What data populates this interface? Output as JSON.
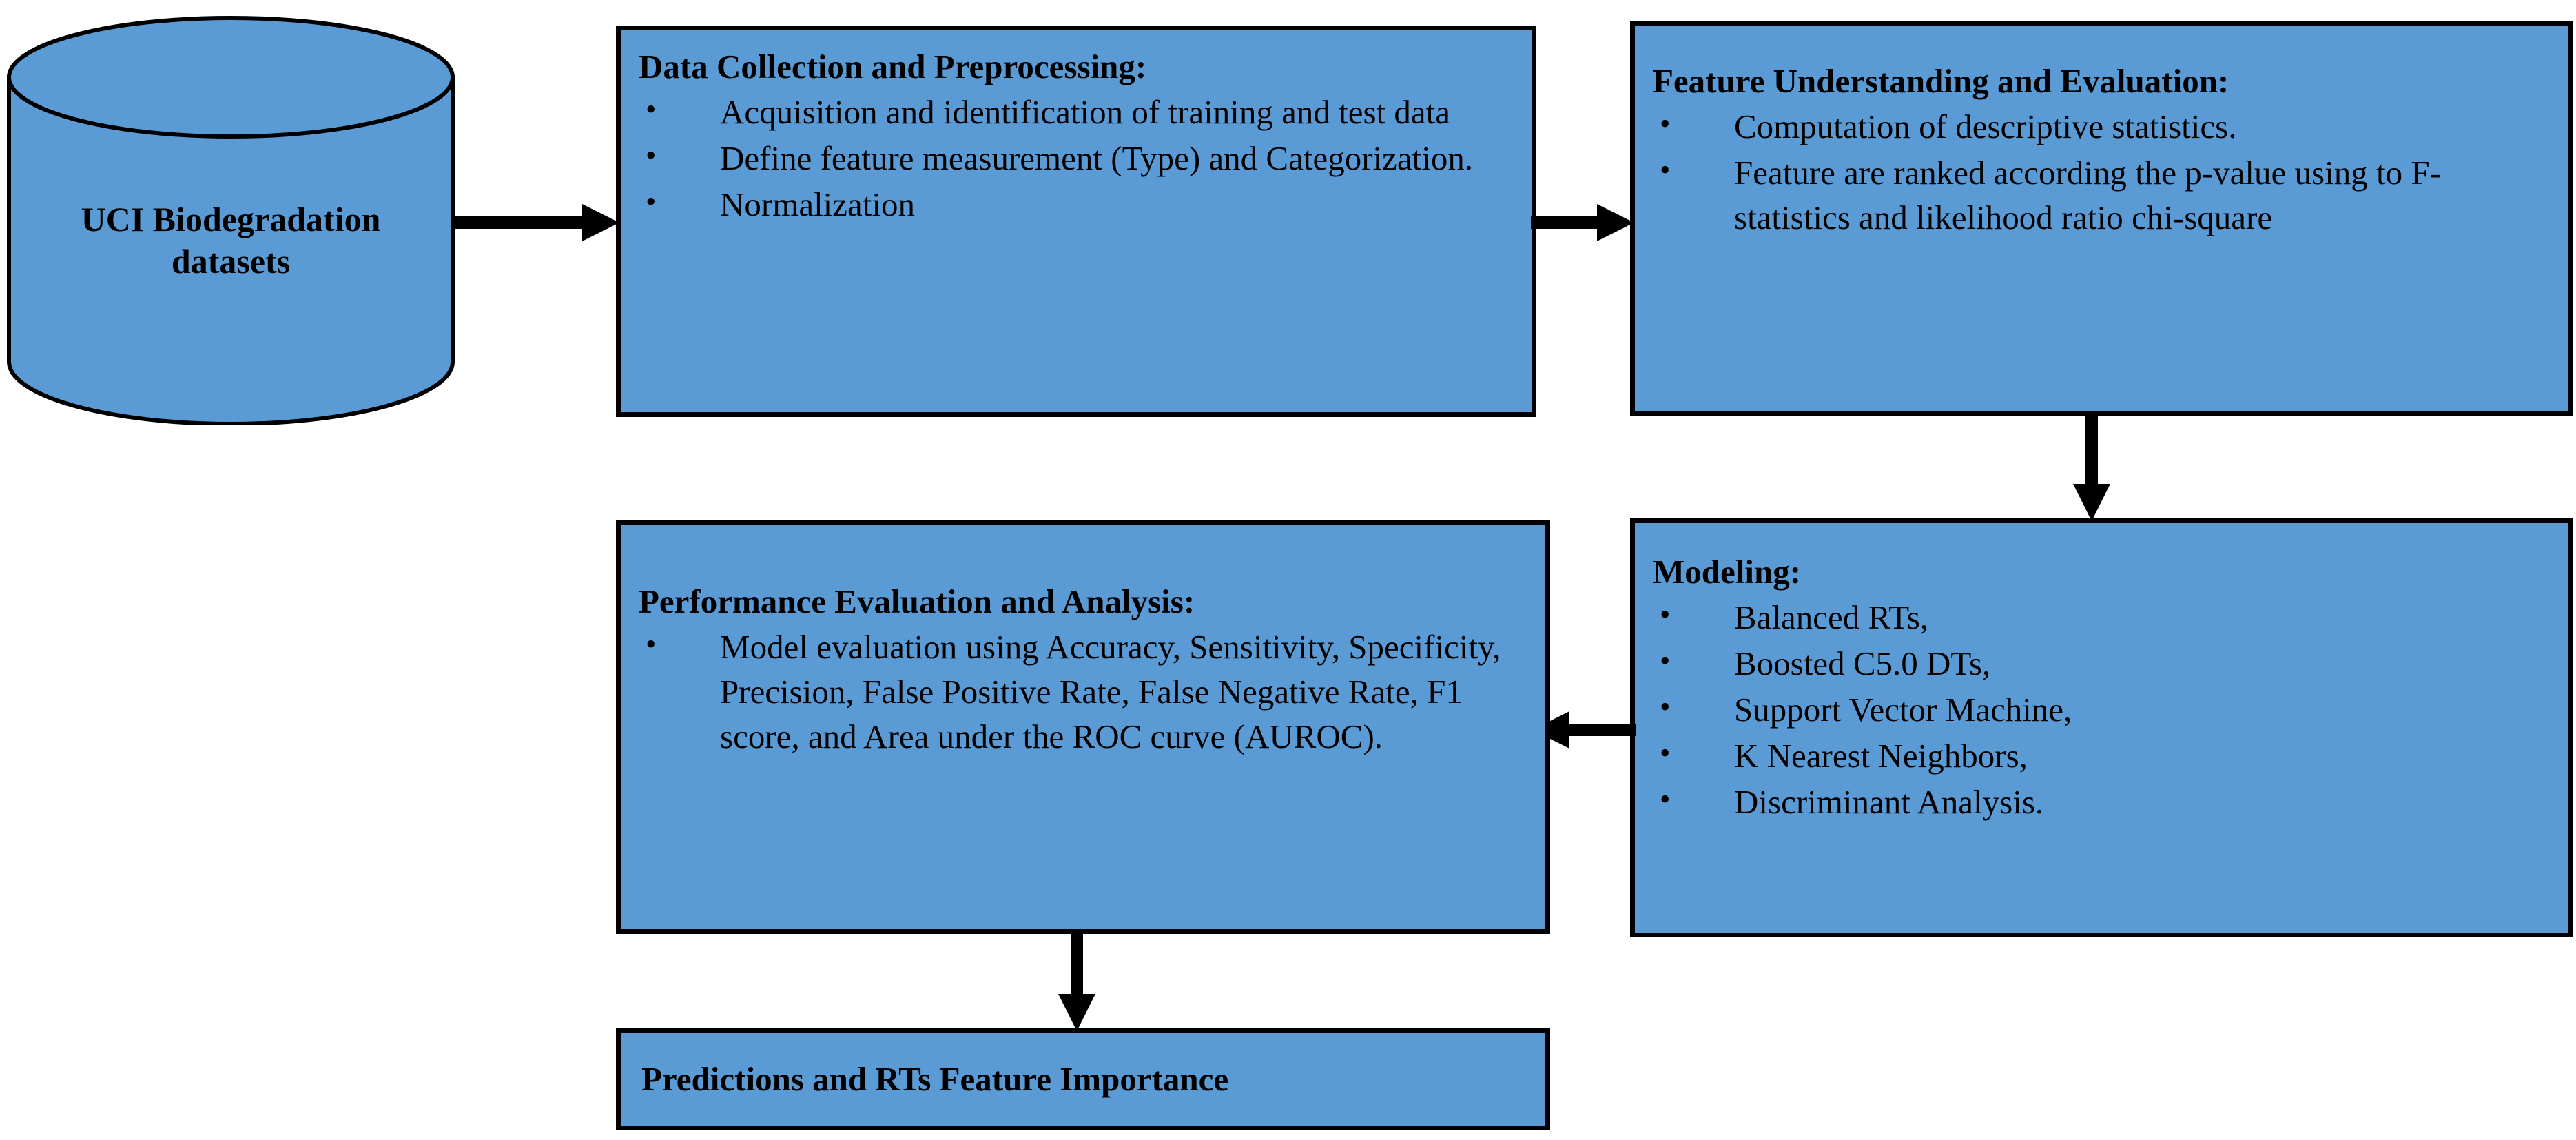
{
  "colors": {
    "box_fill": "#5B9BD5",
    "box_border": "#000000",
    "text": "#000000",
    "background": "#FFFFFF",
    "arrow": "#000000"
  },
  "nodes": {
    "datasource": {
      "shape": "cylinder",
      "name": "database-cylinder",
      "label": "UCI Biodegradation datasets",
      "label_lines": [
        "UCI Biodegradation",
        "datasets"
      ]
    },
    "data_collection": {
      "shape": "rectangle",
      "title": "Data Collection and Preprocessing:",
      "bullet_glyph": "•",
      "bullets": [
        "Acquisition and identification of training and test data",
        "Define feature measurement (Type) and Categorization.",
        "Normalization"
      ]
    },
    "feature_evaluation": {
      "shape": "rectangle",
      "title": "Feature Understanding and Evaluation:",
      "bullet_glyph": "•",
      "bullets": [
        "Computation of descriptive statistics.",
        "Feature are ranked according the p-value using to F-statistics and likelihood ratio chi-square"
      ]
    },
    "modeling": {
      "shape": "rectangle",
      "title": "Modeling:",
      "bullet_glyph": "•",
      "bullets": [
        "Balanced RTs,",
        "Boosted C5.0 DTs,",
        "Support Vector Machine,",
        "K Nearest Neighbors,",
        "Discriminant Analysis."
      ]
    },
    "performance": {
      "shape": "rectangle",
      "title": "Performance Evaluation and Analysis:",
      "bullet_glyph": "•",
      "bullets": [
        "Model evaluation using Accuracy, Sensitivity, Specificity, Precision, False Positive Rate, False Negative Rate, F1 score, and Area under the ROC curve (AUROC)."
      ]
    },
    "predictions": {
      "shape": "rectangle",
      "title": "Predictions and RTs Feature Importance",
      "bullets": []
    }
  },
  "edges": [
    {
      "name": "arrow-db-to-data",
      "from": "datasource",
      "to": "data_collection",
      "direction": "right",
      "label": ""
    },
    {
      "name": "arrow-data-to-feat",
      "from": "data_collection",
      "to": "feature_evaluation",
      "direction": "right",
      "label": ""
    },
    {
      "name": "arrow-feat-to-model",
      "from": "feature_evaluation",
      "to": "modeling",
      "direction": "down",
      "label": ""
    },
    {
      "name": "arrow-model-to-perf",
      "from": "modeling",
      "to": "performance",
      "direction": "left",
      "label": ""
    },
    {
      "name": "arrow-perf-to-pred",
      "from": "performance",
      "to": "predictions",
      "direction": "down",
      "label": ""
    }
  ]
}
